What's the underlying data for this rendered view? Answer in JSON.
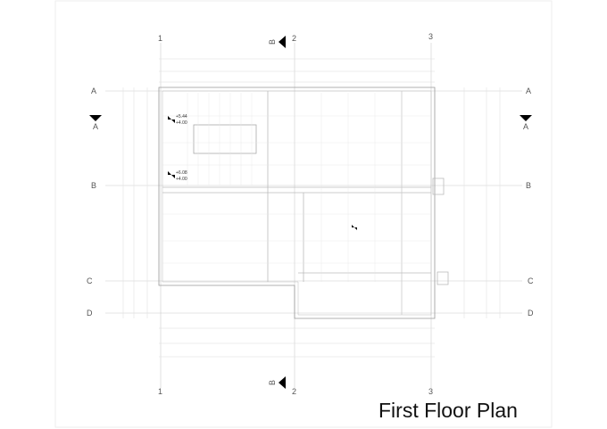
{
  "drawing": {
    "title": "First Floor Plan",
    "grid_columns": [
      "1",
      "2",
      "3"
    ],
    "grid_rows": [
      "A",
      "B",
      "C",
      "D"
    ],
    "section_markers": {
      "vertical": "B",
      "horizontal": "A"
    },
    "levels": [
      {
        "top": "+5.44",
        "bottom": "+4.00"
      },
      {
        "top": "+6.08",
        "bottom": "+4.00"
      }
    ]
  }
}
